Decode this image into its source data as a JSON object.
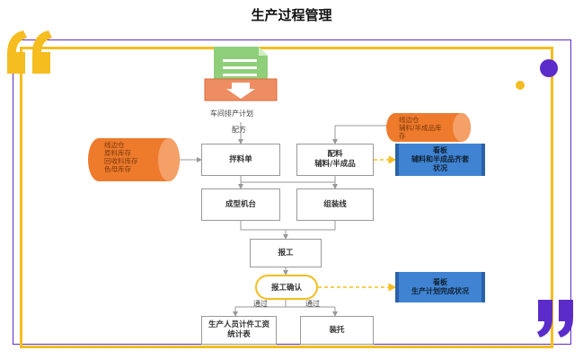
{
  "title": "生产过程管理",
  "nodes": {
    "schedule": "车间排产计划",
    "formula_label": "配方",
    "picking": "拌料单",
    "matching_line1": "配料",
    "matching_line2": "辅料/半成品",
    "forming": "成型机台",
    "assembly": "组装线",
    "report": "报工",
    "confirm": "报工确认",
    "pass_left": "通过",
    "pass_right": "通过",
    "wage_line1": "生产人员计件工资",
    "wage_line2": "统计表",
    "packing": "装托"
  },
  "warehouse_left": [
    "线边仓",
    "原料库存",
    "回收料库存",
    "色母库存"
  ],
  "warehouse_right": [
    "线边仓",
    "辅料/半成品库",
    "存"
  ],
  "board_top": {
    "line1": "看板",
    "line2": "辅料和半成品齐套",
    "line3": "状况"
  },
  "board_bottom": {
    "line1": "看板",
    "line2": "生产计划完成状况"
  },
  "colors": {
    "accent_yellow": "#f5bd1f",
    "accent_purple": "#5b2cc9",
    "cylinder": "#ee7a2c",
    "board": "#3f83d2",
    "doc": "#8fcf7a"
  }
}
